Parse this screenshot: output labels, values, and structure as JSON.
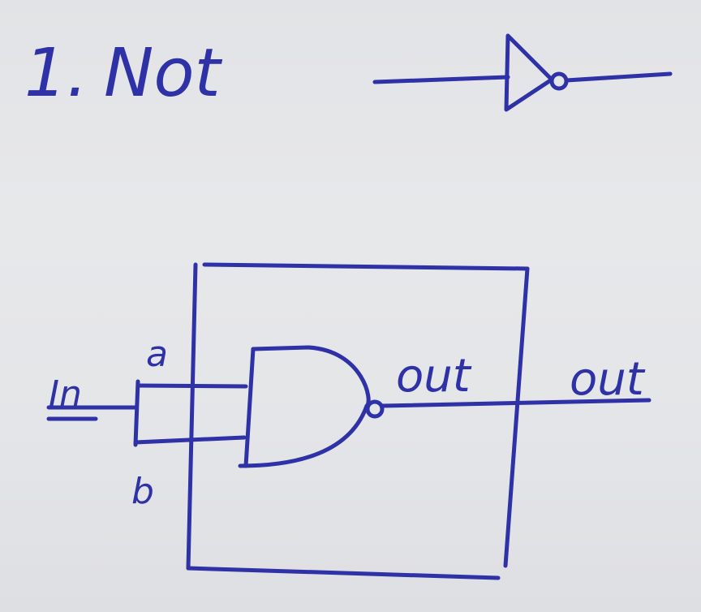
{
  "title": {
    "number": "1.",
    "name": "Not"
  },
  "labels": {
    "input": "In",
    "pin_a": "a",
    "pin_b": "b",
    "gate_out": "out",
    "chip_out": "out"
  },
  "colors": {
    "ink": "#2f31a6",
    "paper": "#e6e7e9"
  }
}
